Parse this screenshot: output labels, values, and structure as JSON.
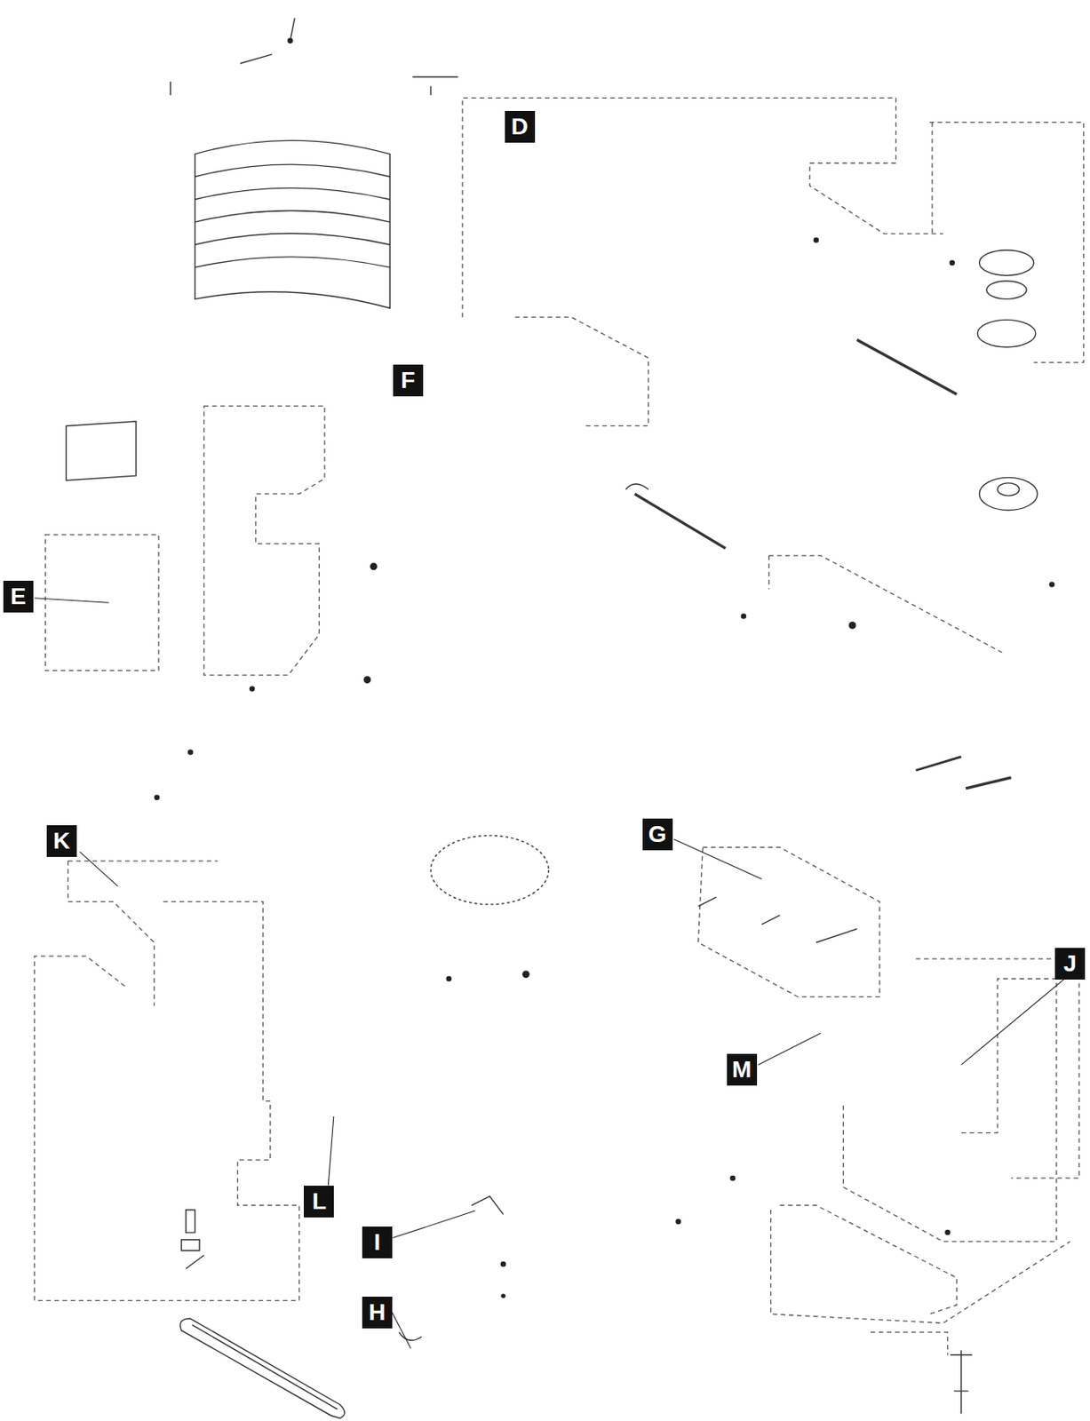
{
  "diagram": {
    "nodes": [
      {
        "text": [
          "D"
        ]
      },
      {
        "text": [
          "F"
        ]
      },
      {
        "text": [
          "E"
        ]
      },
      {
        "text": [
          "K"
        ]
      },
      {
        "text": [
          "G"
        ]
      },
      {
        "text": [
          "J"
        ]
      },
      {
        "text": [
          "M"
        ]
      },
      {
        "text": [
          "L"
        ]
      },
      {
        "text": [
          "I"
        ]
      },
      {
        "text": [
          "H"
        ]
      }
    ]
  }
}
